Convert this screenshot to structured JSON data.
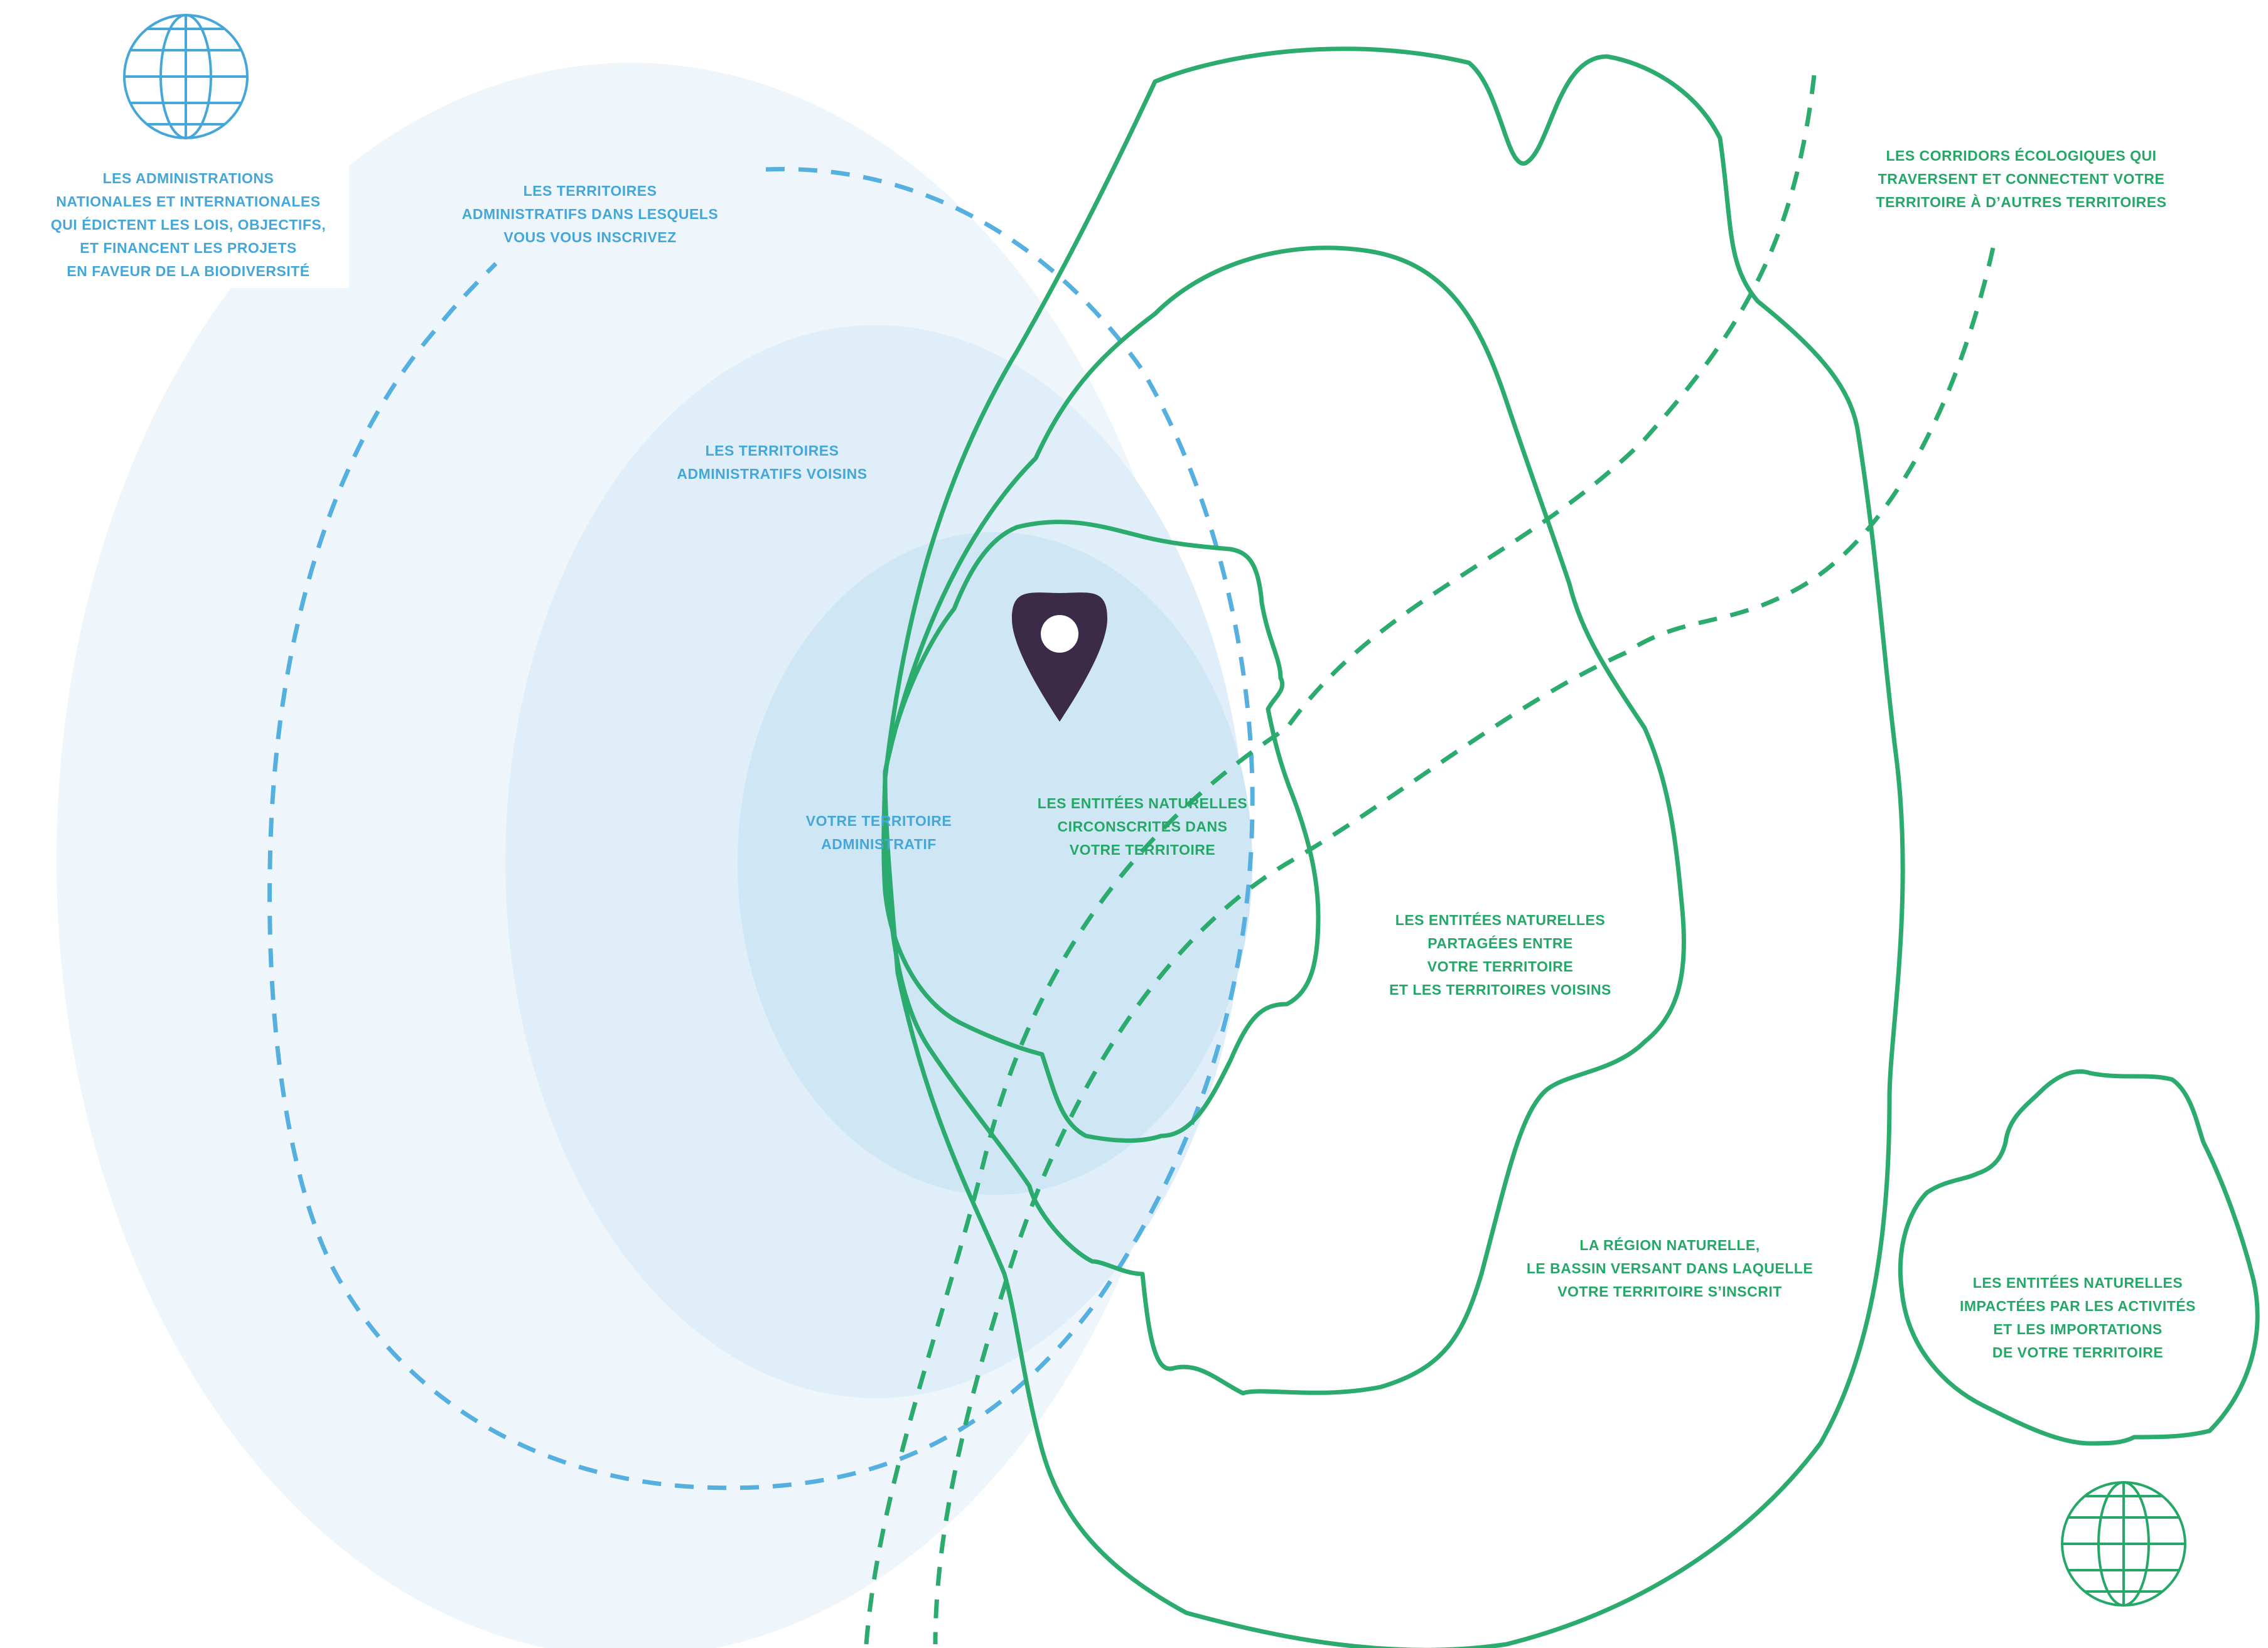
{
  "colors": {
    "green": "#2bab6d",
    "blue_dash": "#55b0e0",
    "halo_outer": "#eef6fb",
    "halo_mid": "#dfeef8",
    "halo_inner": "#cfe6f4",
    "marker": "#3b2b48",
    "label_blue": "#45a7d9",
    "label_green": "#25a767"
  },
  "icons": {
    "globe_top": "globe-icon",
    "globe_bottom": "globe-icon",
    "marker": "location-pin-icon"
  },
  "labels": {
    "administrations": [
      "LES ADMINISTRATIONS",
      "NATIONALES ET INTERNATIONALES",
      "QUI ÉDICTENT LES LOIS, OBJECTIFS,",
      "ET FINANCENT LES PROJETS",
      "EN FAVEUR DE LA BIODIVERSITÉ"
    ],
    "territoires_inscrits": [
      "LES TERRITOIRES",
      "ADMINISTRATIFS DANS LESQUELS",
      "VOUS VOUS INSCRIVEZ"
    ],
    "territoires_voisins": [
      "LES TERRITOIRES",
      "ADMINISTRATIFS VOISINS"
    ],
    "votre_territoire": [
      "VOTRE TERRITOIRE",
      "ADMINISTRATIF"
    ],
    "entites_circonscrites": [
      "LES ENTITÉES NATURELLES",
      "CIRCONSCRITES DANS",
      "VOTRE TERRITOIRE"
    ],
    "entites_partagees": [
      "LES ENTITÉES NATURELLES",
      "PARTAGÉES ENTRE",
      "VOTRE TERRITOIRE",
      "ET LES TERRITOIRES VOISINS"
    ],
    "region_naturelle": [
      "LA RÉGION NATURELLE,",
      "LE BASSIN VERSANT DANS LAQUELLE",
      "VOTRE TERRITOIRE S’INSCRIT"
    ],
    "corridors": [
      "LES CORRIDORS ÉCOLOGIQUES QUI",
      "TRAVERSENT ET CONNECTENT VOTRE",
      "TERRITOIRE À D’AUTRES TERRITOIRES"
    ],
    "entites_impactees": [
      "LES ENTITÉES NATURELLES",
      "IMPACTÉES PAR LES ACTIVITÉS",
      "ET LES IMPORTATIONS",
      "DE VOTRE TERRITOIRE"
    ]
  }
}
